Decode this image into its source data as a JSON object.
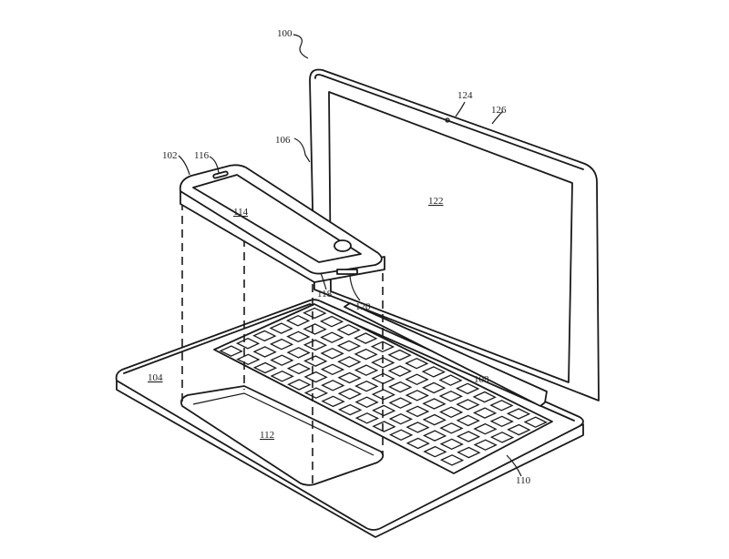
{
  "figure": {
    "labels": {
      "device": "100",
      "phone": "102",
      "base": "104",
      "lid": "106",
      "keyboard_edge": "108",
      "keyboard": "110",
      "phone_cavity": "112",
      "phone_screen": "114",
      "speaker": "116",
      "home_button": "118",
      "connector": "120",
      "display": "122",
      "camera": "124",
      "bezel": "126"
    }
  }
}
